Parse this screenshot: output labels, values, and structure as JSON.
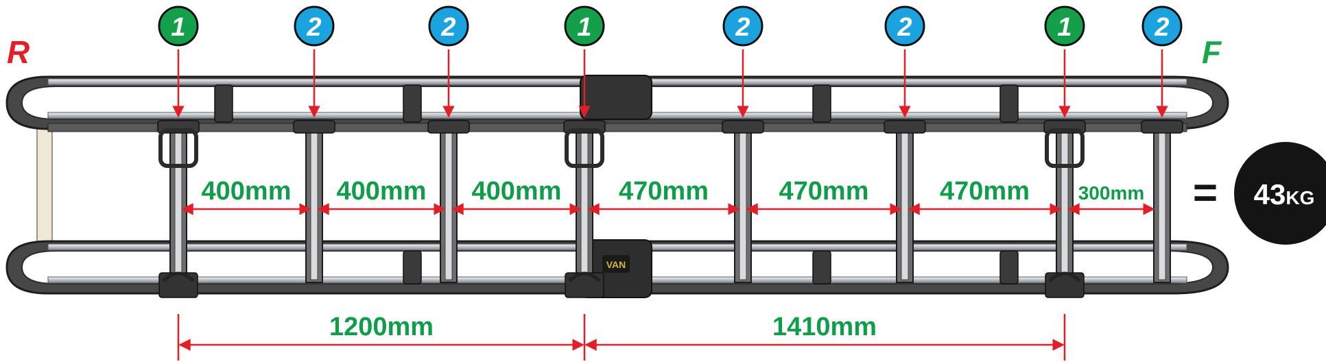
{
  "colors": {
    "marker_type_1": "#14a04a",
    "marker_type_2": "#1aa3df",
    "dimension": "#e41e26",
    "dimension_text": "#0f9d4a",
    "rear_letter": "#e41e26",
    "front_letter": "#1aa64a",
    "weight_disc": "#141414",
    "rack_frame": "#3b3b3b",
    "rails": "#c9ccd1"
  },
  "labels": {
    "rear": "R",
    "front": "F"
  },
  "markers": [
    "1",
    "2",
    "2",
    "1",
    "2",
    "2",
    "1",
    "2"
  ],
  "spacings": [
    "400mm",
    "400mm",
    "400mm",
    "470mm",
    "470mm",
    "470mm",
    "300mm"
  ],
  "overall": [
    "1200mm",
    "1410mm"
  ],
  "weight": {
    "equals": "=",
    "value": "43",
    "unit": "KG"
  },
  "badge": {
    "text": "VAN"
  }
}
